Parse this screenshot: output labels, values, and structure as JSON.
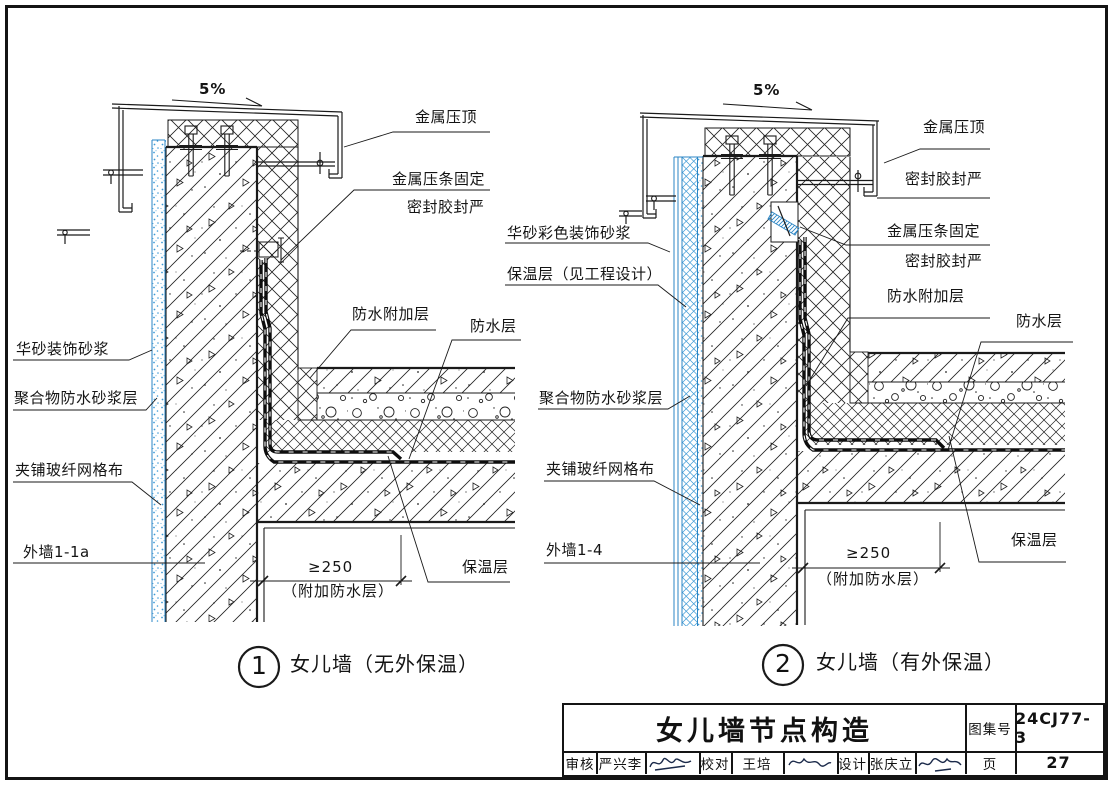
{
  "details": [
    {
      "id": "1",
      "slope": "5%",
      "caption": "女儿墙（无外保温）",
      "labels": {
        "coping": "金属压顶",
        "batten_fix": "金属压条固定",
        "sealant": "密封胶封严",
        "wp_add": "防水附加层",
        "wp": "防水层",
        "mortar": "华砂装饰砂浆",
        "polymer_mortar": "聚合物防水砂浆层",
        "mesh": "夹铺玻纤网格布",
        "wall": "外墙1-1a",
        "insulation": "保温层"
      },
      "dim": {
        "value": "≥250",
        "note": "（附加防水层）"
      }
    },
    {
      "id": "2",
      "slope": "5%",
      "caption": "女儿墙（有外保温）",
      "labels": {
        "coping": "金属压顶",
        "sealant_top": "密封胶封严",
        "batten_fix": "金属压条固定",
        "sealant": "密封胶封严",
        "wp_add": "防水附加层",
        "wp": "防水层",
        "mortar": "华砂彩色装饰砂浆",
        "wall_insulation": "保温层（见工程设计）",
        "polymer_mortar": "聚合物防水砂浆层",
        "mesh": "夹铺玻纤网格布",
        "wall": "外墙1-4",
        "insulation": "保温层"
      },
      "dim": {
        "value": "≥250",
        "note": "（附加防水层）"
      }
    }
  ],
  "title_block": {
    "title": "女儿墙节点构造",
    "atlas_label": "图集号",
    "atlas_number": "24CJ77-3",
    "page_label": "页",
    "page_number": "27",
    "audit_label": "审核",
    "auditor": "严兴李",
    "proof_label": "校对",
    "proofreader": "王培",
    "design_label": "设计",
    "designer": "张庆立"
  }
}
